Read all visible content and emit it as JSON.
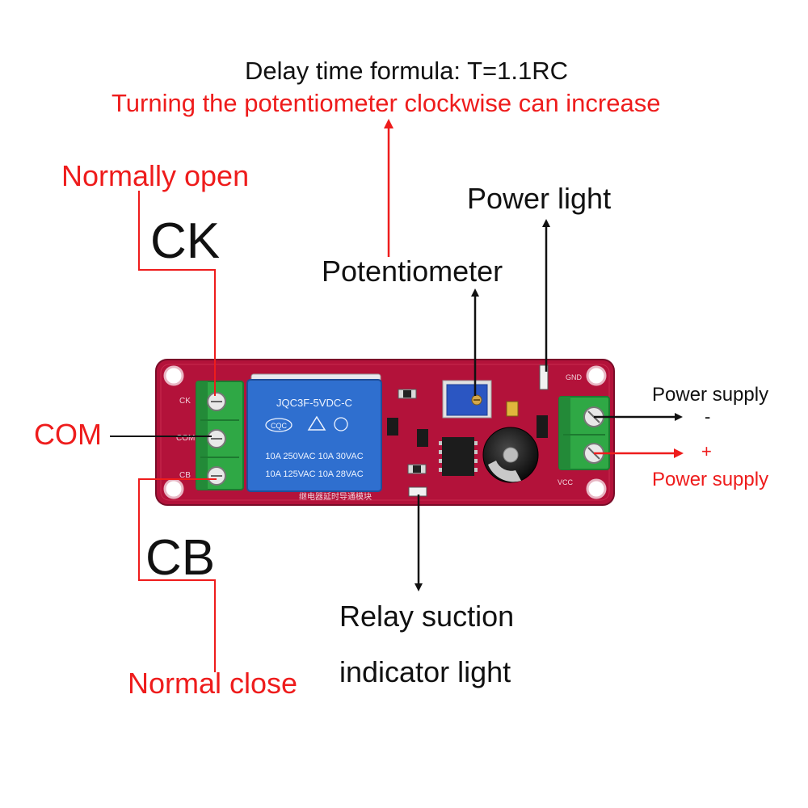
{
  "colors": {
    "accent_red": "#ee1c1c",
    "text_black": "#111111",
    "pcb_red": "#b3123a",
    "relay_blue": "#2f6fcf",
    "terminal_green": "#2fa845"
  },
  "annotations": {
    "formula": "Delay time formula: T=1.1RC",
    "increase_note": "Turning the potentiometer clockwise can increase",
    "normally_open": "Normally open",
    "ck": "CK",
    "com": "COM",
    "cb": "CB",
    "normal_close": "Normal close",
    "potentiometer": "Potentiometer",
    "power_light": "Power light",
    "power_supply_minus": "Power supply",
    "minus_sign": "-",
    "plus_sign": "+",
    "power_supply_plus": "Power supply",
    "relay_suction_line1": "Relay suction",
    "relay_suction_line2": "indicator light"
  },
  "board": {
    "relay_model": "JQC3F-5VDC-C",
    "relay_rating_1": "10A 250VAC  10A 30VAC",
    "relay_rating_2": "10A 125VAC  10A 28VAC",
    "relay_cert": "CQC",
    "silk_ck": "CK",
    "silk_com": "COM",
    "silk_cb": "CB",
    "silk_vcc": "VCC",
    "silk_gnd": "GND",
    "silk_chinese": "继电器延时导通模块"
  }
}
